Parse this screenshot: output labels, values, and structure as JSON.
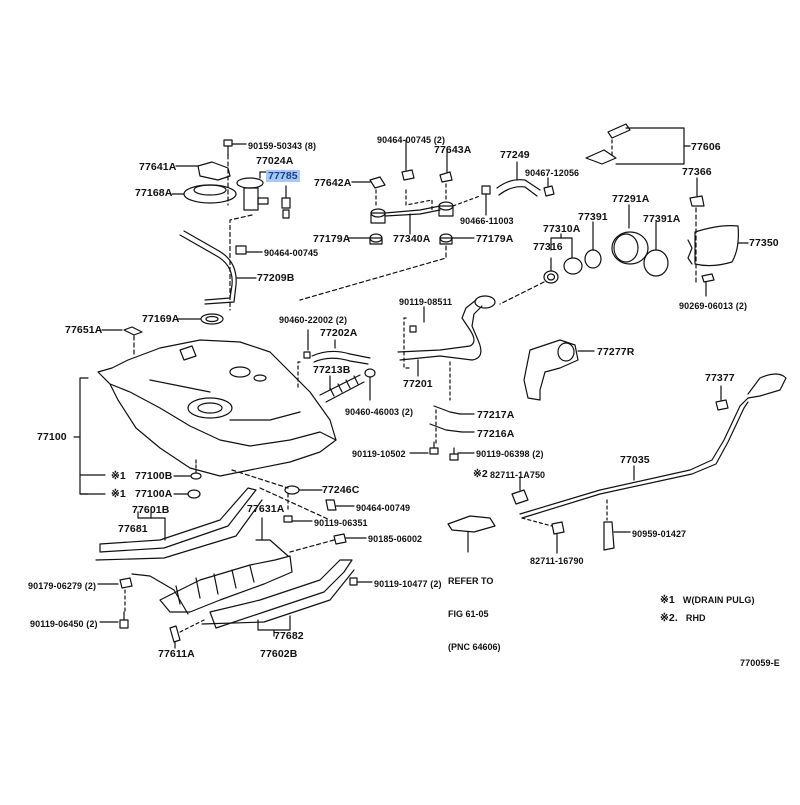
{
  "diagram": {
    "title_code": "770059-E",
    "highlighted_part": "77785",
    "highlight_color": "#a6c8f7",
    "notes": [
      {
        "mark": "※1",
        "text": "W(DRAIN PULG)"
      },
      {
        "mark": "※2.",
        "text": "RHD"
      }
    ],
    "reference": {
      "line1": "REFER TO",
      "line2": "FIG 61-05",
      "line3": "(PNC 64606)"
    },
    "labels": {
      "p90159_50343": "90159-50343 (8)",
      "p77641A": "77641A",
      "p77024A": "77024A",
      "p77785": "77785",
      "p77168A": "77168A",
      "p90464_00745": "90464-00745",
      "p77209B": "77209B",
      "p77169A": "77169A",
      "p77651A": "77651A",
      "p90464_00745_2": "90464-00745 (2)",
      "p77643A": "77643A",
      "p77642A": "77642A",
      "p77249": "77249",
      "p90467_12056": "90467-12056",
      "p90466_11003": "90466-11003",
      "p77179A_left": "77179A",
      "p77340A": "77340A",
      "p77179A_right": "77179A",
      "p77606": "77606",
      "p77366": "77366",
      "p77291A": "77291A",
      "p77391": "77391",
      "p77391A": "77391A",
      "p77310A": "77310A",
      "p77316": "77316",
      "p77350": "77350",
      "p90269_06013": "90269-06013 (2)",
      "p90119_08511": "90119-08511",
      "p90460_22002": "90460-22002 (2)",
      "p77202A": "77202A",
      "p77213B": "77213B",
      "p77201": "77201",
      "p90460_46003": "90460-46003 (2)",
      "p77277R": "77277R",
      "p77217A": "77217A",
      "p77216A": "77216A",
      "p90119_10502": "90119-10502",
      "p90119_06398": "90119-06398 (2)",
      "p77377": "77377",
      "p77100": "77100",
      "p77100B": "77100B",
      "p77100A": "77100A",
      "mark1a": "※1",
      "mark1b": "※1",
      "mark2": "※2",
      "p82711_1A750": "82711-1A750",
      "p77035": "77035",
      "p77246C": "77246C",
      "p90464_00749": "90464-00749",
      "p77601B": "77601B",
      "p77681": "77681",
      "p77631A": "77631A",
      "p90119_06351": "90119-06351",
      "p90185_06002": "90185-06002",
      "p90179_06279": "90179-06279 (2)",
      "p90119_10477": "90119-10477 (2)",
      "p90119_06450": "90119-06450 (2)",
      "p77682": "77682",
      "p77611A": "77611A",
      "p77602B": "77602B",
      "p82711_16790": "82711-16790",
      "p90959_01427": "90959-01427"
    }
  }
}
